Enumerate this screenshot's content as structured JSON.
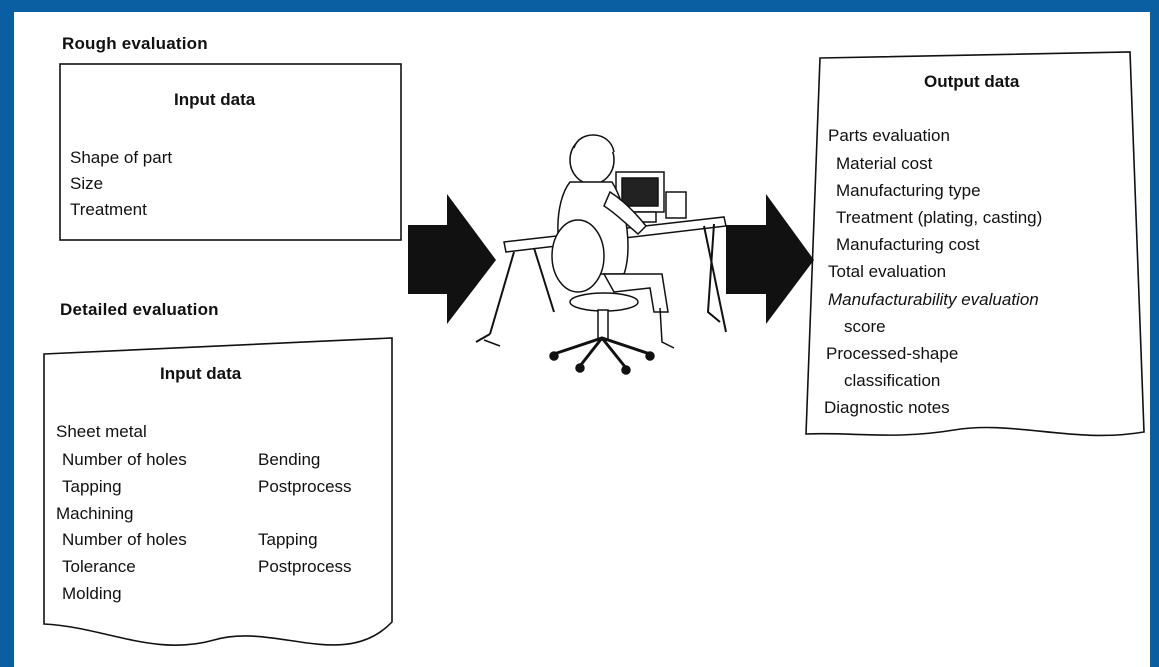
{
  "rough": {
    "heading": "Rough evaluation",
    "box_title": "Input data",
    "items": [
      "Shape of part",
      "Size",
      "Treatment"
    ]
  },
  "detailed": {
    "heading": "Detailed evaluation",
    "box_title": "Input data",
    "sheet_metal": "Sheet metal",
    "sheet_holes": "Number of holes",
    "sheet_bending": "Bending",
    "sheet_tapping": "Tapping",
    "sheet_postprocess": "Postprocess",
    "machining": "Machining",
    "mach_holes": "Number of holes",
    "mach_tapping": "Tapping",
    "mach_tolerance": "Tolerance",
    "mach_postprocess": "Postprocess",
    "molding": "Molding"
  },
  "output": {
    "box_title": "Output data",
    "parts_evaluation": "Parts evaluation",
    "material_cost": "Material cost",
    "manufacturing_type": "Manufacturing type",
    "treatment": "Treatment (plating, casting)",
    "manufacturing_cost": "Manufacturing cost",
    "total_evaluation": "Total evaluation",
    "manufacturability": "Manufacturability evaluation",
    "score": "score",
    "processed_shape": "Processed-shape",
    "classification": "classification",
    "diagnostic_notes": "Diagnostic notes"
  },
  "colors": {
    "border": "#0a5fa3",
    "ink": "#111111",
    "paper": "#ffffff"
  }
}
